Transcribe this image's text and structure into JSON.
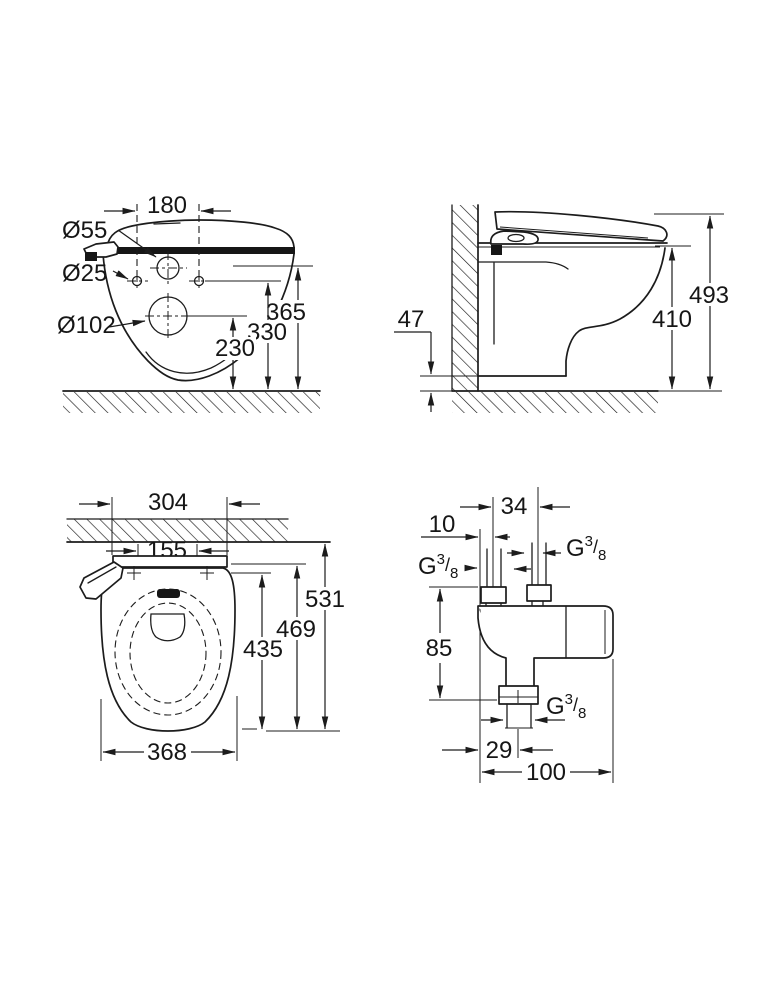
{
  "title": "wall-hung shower toilet dimensional drawing",
  "colors": {
    "background": "#ffffff",
    "line": "#1c1c1c"
  },
  "views": {
    "front": {
      "dims": {
        "hole_spacing": "180",
        "seat_hole_dia": "Ø55",
        "fixing_hole_dia": "Ø25",
        "outlet_dia": "Ø102",
        "height_top": "365",
        "height_mid": "330",
        "height_low": "230"
      }
    },
    "side": {
      "dims": {
        "bottom_clearance": "47",
        "rim_height": "410",
        "overall_height": "493"
      }
    },
    "top": {
      "dims": {
        "plate_width": "304",
        "hinge_spacing": "155",
        "overall_depth": "531",
        "depth_mid": "469",
        "depth_seat": "435",
        "bowl_width": "368"
      }
    },
    "valve": {
      "dims": {
        "inlet_spacing": "34",
        "edge_offset": "10",
        "body_height": "85",
        "outlet_offset": "29",
        "overall_width": "100"
      },
      "thread": {
        "prefix": "G",
        "numerator": "3",
        "slash": "/",
        "denominator": "8"
      }
    }
  }
}
